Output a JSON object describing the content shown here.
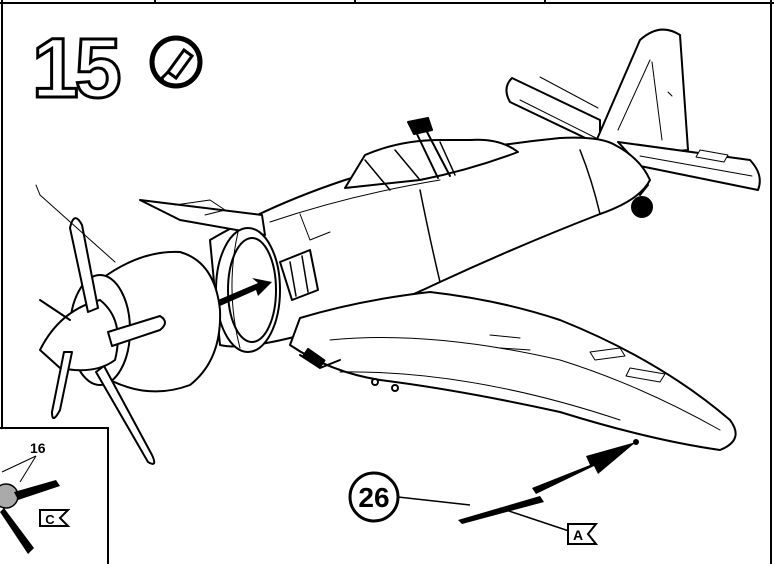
{
  "step": {
    "number": "15",
    "icon": "glue-tube-icon"
  },
  "inset": {
    "part_number": "16",
    "sprue_letter": "C"
  },
  "callout": {
    "part_number": "26",
    "sprue_letter": "A"
  }
}
